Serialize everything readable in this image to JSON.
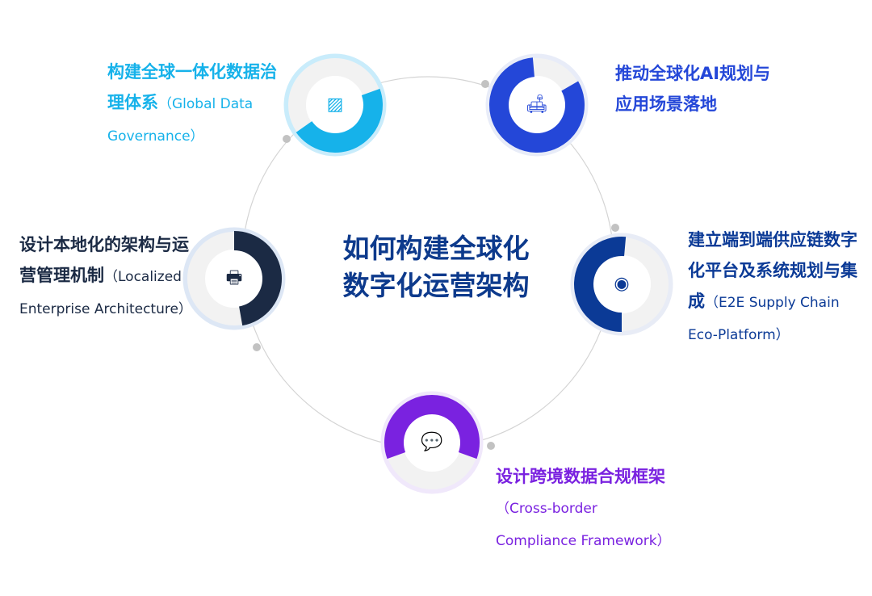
{
  "title": {
    "line1": "如何构建全球化",
    "line2": "数字化运营架构"
  },
  "nodes": [
    {
      "id": "global-data-governance",
      "zh": "构建全球一体化数据治理体系",
      "en": "（Global Data Governance）",
      "color": "#16b2ea",
      "icon": "image-icon"
    },
    {
      "id": "ai-planning",
      "zh": "推动全球化AI规划与应用场景落地",
      "en": "",
      "color": "#2447d8",
      "icon": "sofa-icon"
    },
    {
      "id": "e2e-supply-chain",
      "zh": "建立端到端供应链数字化平台及系统规划与集成",
      "en": "（E2E Supply Chain Eco-Platform）",
      "color": "#0b3a96",
      "icon": "webcam-icon"
    },
    {
      "id": "cross-border-compliance",
      "zh": "设计跨境数据合规框架",
      "en": "（Cross-border Compliance Framework）",
      "color": "#7a22e0",
      "icon": "chat-icon"
    },
    {
      "id": "localized-architecture",
      "zh": "设计本地化的架构与运营管理机制",
      "en": "（Localized Enterprise Architecture）",
      "color": "#1b2a44",
      "icon": "printer-icon"
    }
  ]
}
